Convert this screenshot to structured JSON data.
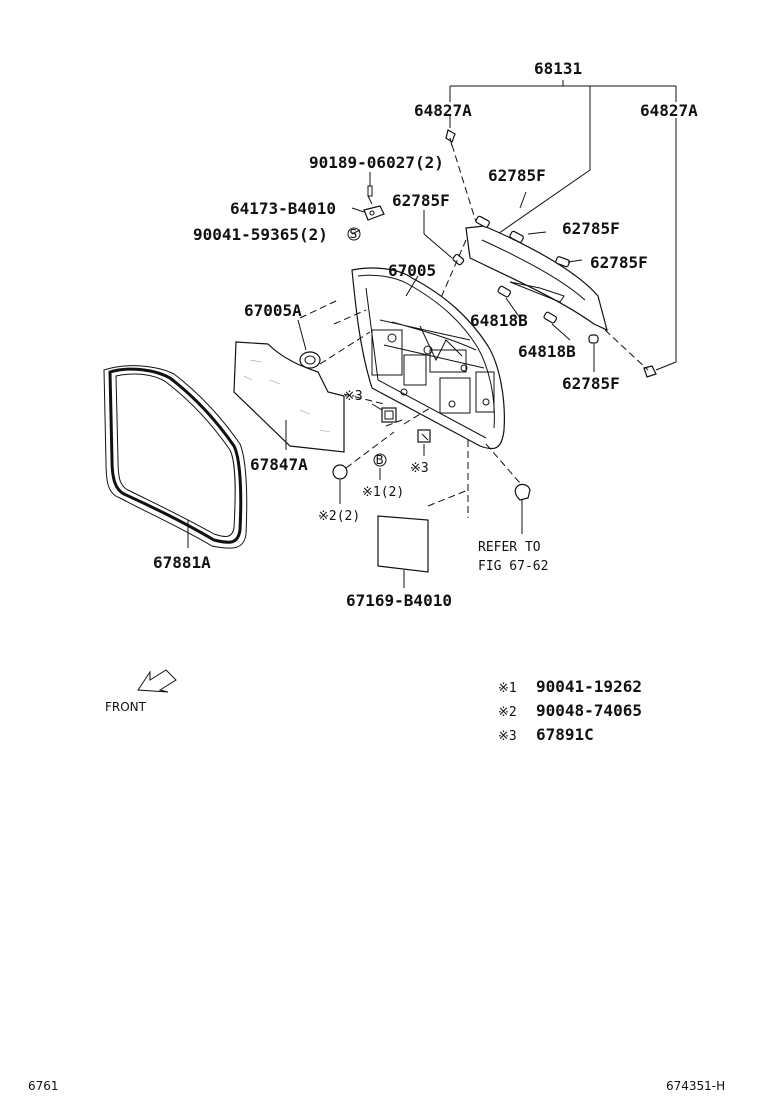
{
  "labels": {
    "p68131": "68131",
    "p64827A_left": "64827A",
    "p64827A_right": "64827A",
    "p90189": "90189-06027(2)",
    "p62785F_top": "62785F",
    "p62785F_left": "62785F",
    "p64173": "64173-B4010",
    "p62785F_mid": "62785F",
    "p90041": "90041-59365(2)",
    "p62785F_right": "62785F",
    "p67005": "67005",
    "p67005A": "67005A",
    "p64818B_upper": "64818B",
    "p64818B_lower": "64818B",
    "p62785F_bottom": "62785F",
    "mark3_upper": "※3",
    "mark3_lower": "※3",
    "circle_b": "B",
    "circle_s": "S",
    "p67847A": "67847A",
    "mark1_qty": "※1(2)",
    "mark2_qty": "※2(2)",
    "p67881A": "67881A",
    "refer_line1": "REFER TO",
    "refer_line2": "FIG 67-62",
    "p67169": "67169-B4010",
    "front": "FRONT"
  },
  "legend": [
    {
      "mark": "※1",
      "part": "90041-19262"
    },
    {
      "mark": "※2",
      "part": "90048-74065"
    },
    {
      "mark": "※3",
      "part": "67891C"
    }
  ],
  "footer": {
    "left_code": "6761",
    "right_code": "674351-H"
  }
}
